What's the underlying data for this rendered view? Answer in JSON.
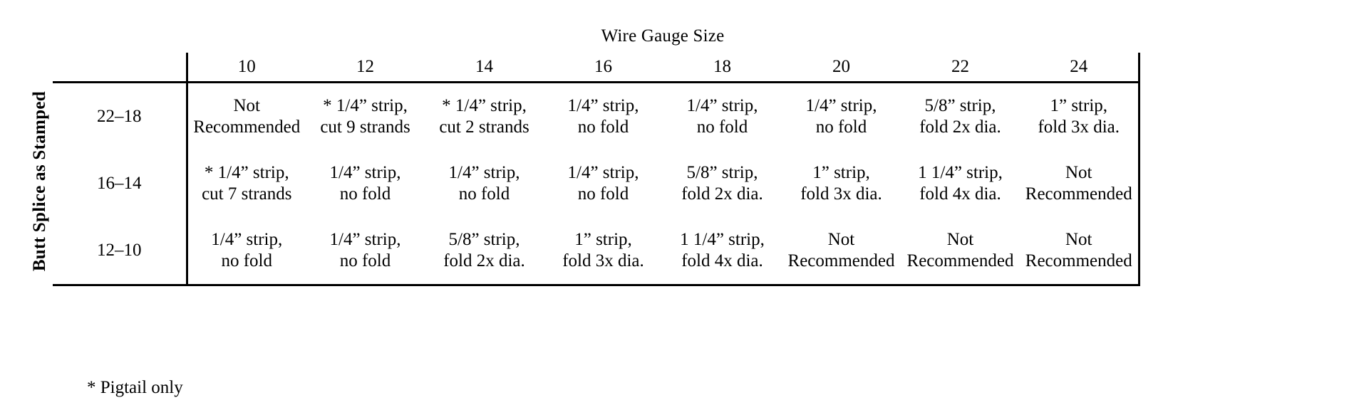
{
  "table": {
    "side_label": "Butt Splice as Stamped",
    "group_header": "Wire Gauge Size",
    "column_headers": [
      "10",
      "12",
      "14",
      "16",
      "18",
      "20",
      "22",
      "24"
    ],
    "rows": [
      {
        "range_label": "22–18",
        "cells": [
          {
            "line1": "Not",
            "line2": "Recommended"
          },
          {
            "line1": "* 1/4” strip,",
            "line2": "cut 9 strands"
          },
          {
            "line1": "* 1/4” strip,",
            "line2": "cut 2 strands"
          },
          {
            "line1": "1/4” strip,",
            "line2": "no fold"
          },
          {
            "line1": "1/4” strip,",
            "line2": "no fold"
          },
          {
            "line1": "1/4” strip,",
            "line2": "no fold"
          },
          {
            "line1": "5/8” strip,",
            "line2": "fold 2x dia."
          },
          {
            "line1": "1” strip,",
            "line2": "fold 3x dia."
          }
        ]
      },
      {
        "range_label": "16–14",
        "cells": [
          {
            "line1": "* 1/4” strip,",
            "line2": "cut 7 strands"
          },
          {
            "line1": "1/4” strip,",
            "line2": "no fold"
          },
          {
            "line1": "1/4” strip,",
            "line2": "no fold"
          },
          {
            "line1": "1/4” strip,",
            "line2": "no fold"
          },
          {
            "line1": "5/8” strip,",
            "line2": "fold 2x dia."
          },
          {
            "line1": "1” strip,",
            "line2": "fold 3x dia."
          },
          {
            "line1": "1 1/4” strip,",
            "line2": "fold 4x dia."
          },
          {
            "line1": "Not",
            "line2": "Recommended"
          }
        ]
      },
      {
        "range_label": "12–10",
        "cells": [
          {
            "line1": "1/4” strip,",
            "line2": "no fold"
          },
          {
            "line1": "1/4” strip,",
            "line2": "no fold"
          },
          {
            "line1": "5/8” strip,",
            "line2": "fold 2x dia."
          },
          {
            "line1": "1” strip,",
            "line2": "fold 3x dia."
          },
          {
            "line1": "1 1/4” strip,",
            "line2": "fold 4x dia."
          },
          {
            "line1": "Not",
            "line2": "Recommended"
          },
          {
            "line1": "Not",
            "line2": "Recommended"
          },
          {
            "line1": "Not",
            "line2": "Recommended"
          }
        ]
      }
    ]
  },
  "footnote": "* Pigtail only"
}
